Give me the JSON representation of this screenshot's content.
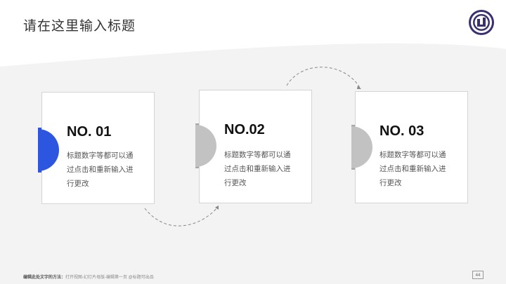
{
  "slide": {
    "title": "请在这里输入标题",
    "footer_prefix": "编辑此处文字的方法：",
    "footer_text": "打开视图-幻灯片母版-编辑第一页 @标题可出品",
    "page_number": "44"
  },
  "cards": [
    {
      "number": "NO. 01",
      "text_line1": "标题数字等都可以通",
      "text_line2": "过点击和重新输入进",
      "text_line3": "行更改",
      "accent": "#2c56e0"
    },
    {
      "number": "NO.02",
      "text_line1": "标题数字等都可以通",
      "text_line2": "过点击和重新输入进",
      "text_line3": "行更改",
      "accent": "#c2c2c2"
    },
    {
      "number": "NO. 03",
      "text_line1": "标题数字等都可以通",
      "text_line2": "过点击和重新输入进",
      "text_line3": "行更改",
      "accent": "#c2c2c2"
    }
  ],
  "colors": {
    "active_accent": "#2c56e0",
    "inactive_accent": "#c2c2c2",
    "logo": "#3b2f6e"
  },
  "icons": {
    "logo": "university-seal-icon"
  }
}
